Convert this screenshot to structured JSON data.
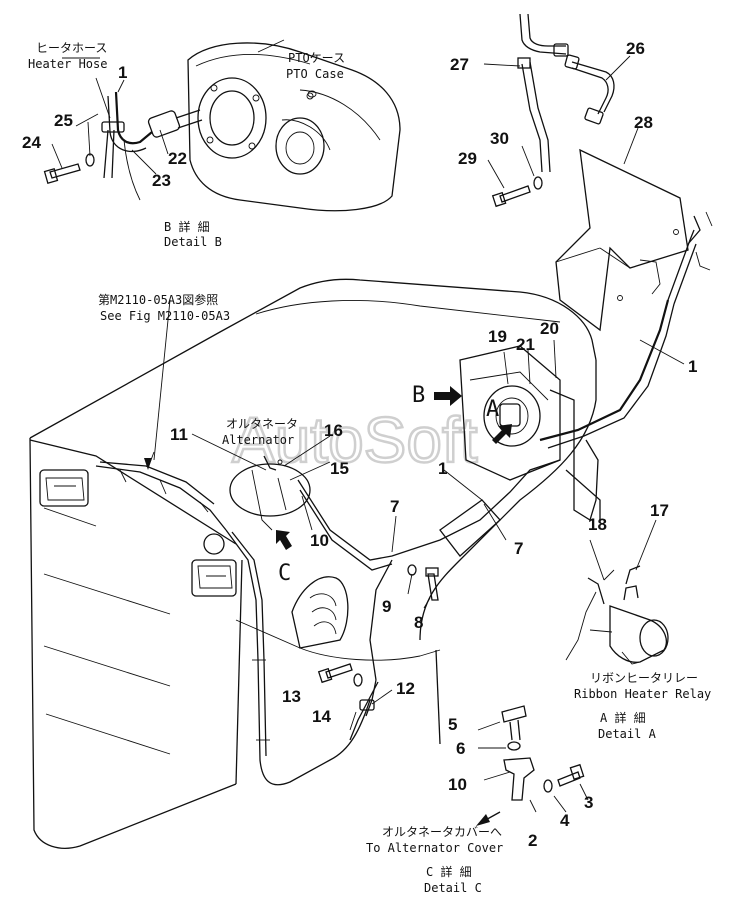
{
  "watermark": "AutoSoft",
  "labels": {
    "heater_hose_jp": "ヒータホース",
    "heater_hose_en": "Heater Hose",
    "pto_case_jp": "PTOケース",
    "pto_case_en": "PTO Case",
    "detail_b_jp": "B 詳 細",
    "detail_b_en": "Detail B",
    "see_fig_jp": "第M2110-05A3図参照",
    "see_fig_en": "See Fig M2110-05A3",
    "alternator_jp": "オルタネータ",
    "alternator_en": "Alternator",
    "ribbon_relay_jp": "リボンヒータリレー",
    "ribbon_relay_en": "Ribbon Heater Relay",
    "detail_a_jp": "A 詳 細",
    "detail_a_en": "Detail A",
    "to_alt_cover_jp": "オルタネータカバーへ",
    "to_alt_cover_en": "To Alternator Cover",
    "detail_c_jp": "C 詳 細",
    "detail_c_en": "Detail C",
    "view_b": "B",
    "view_a": "A",
    "view_c": "C"
  },
  "callouts": [
    "1",
    "25",
    "24",
    "22",
    "23",
    "27",
    "26",
    "28",
    "30",
    "29",
    "19",
    "20",
    "21",
    "1",
    "11",
    "16",
    "15",
    "1",
    "10",
    "7",
    "7",
    "9",
    "8",
    "18",
    "17",
    "13",
    "14",
    "12",
    "5",
    "6",
    "10",
    "3",
    "4",
    "2"
  ]
}
